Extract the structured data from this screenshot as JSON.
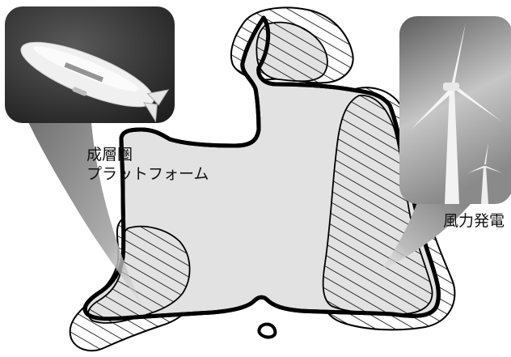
{
  "labels": {
    "stratosphere_line1": "成層圏",
    "stratosphere_line2": "プラットフォーム",
    "wind_power": "風力発電"
  },
  "colors": {
    "land_fill": "#e2e2e2",
    "outline": "#000000",
    "photo_dark": "#2a2a2a",
    "sky_light": "#b9b9b9",
    "callout_gradient": "#8a8a8a"
  },
  "icons": {
    "airship_photo": "airship-photo",
    "wind_turbine_photo": "wind-turbine-photo"
  }
}
